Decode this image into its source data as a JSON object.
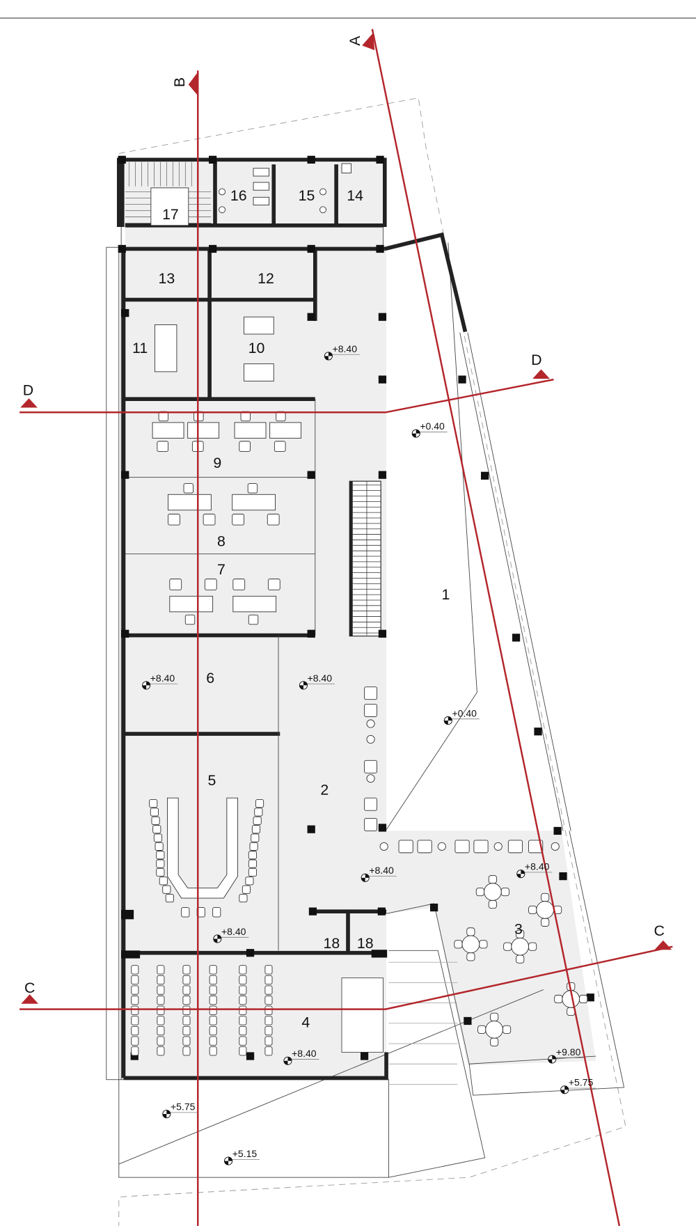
{
  "drawing": {
    "section_labels": {
      "a": "A",
      "b": "B",
      "c_left": "C",
      "c_right": "C",
      "d_left": "D",
      "d_right": "D"
    },
    "rooms": [
      "1",
      "2",
      "3",
      "4",
      "5",
      "6",
      "7",
      "8",
      "9",
      "10",
      "11",
      "12",
      "13",
      "14",
      "15",
      "16",
      "17",
      "18",
      "18"
    ],
    "levels": [
      "+8.40",
      "+0.40",
      "+0.40",
      "+8.40",
      "+8.40",
      "+8.40",
      "+8.40",
      "+8.40",
      "+8.40",
      "+9.80",
      "+5.75",
      "+5.75",
      "+5.15"
    ],
    "colors": {
      "section_line": "#b3262b",
      "floor_fill": "#efefef",
      "wall": "#222222"
    }
  }
}
